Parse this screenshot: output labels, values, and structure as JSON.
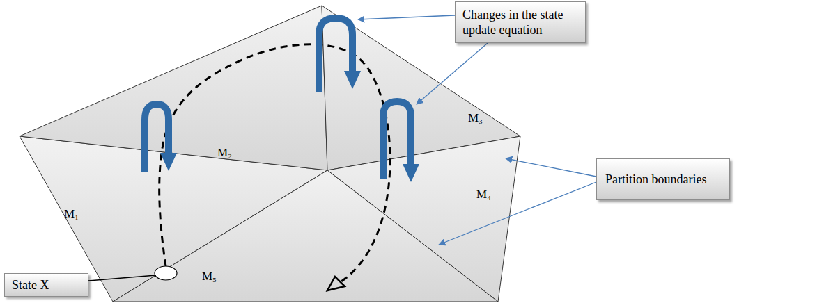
{
  "diagram": {
    "nodes": [
      {
        "text": [
          "Changes in the state update equation"
        ]
      },
      {
        "text": [
          "Partition boundaries"
        ]
      },
      {
        "text": [
          "State X"
        ]
      }
    ],
    "labels": [
      "M₁",
      "M₂",
      "M₃",
      "M₄",
      "M₅"
    ]
  }
}
